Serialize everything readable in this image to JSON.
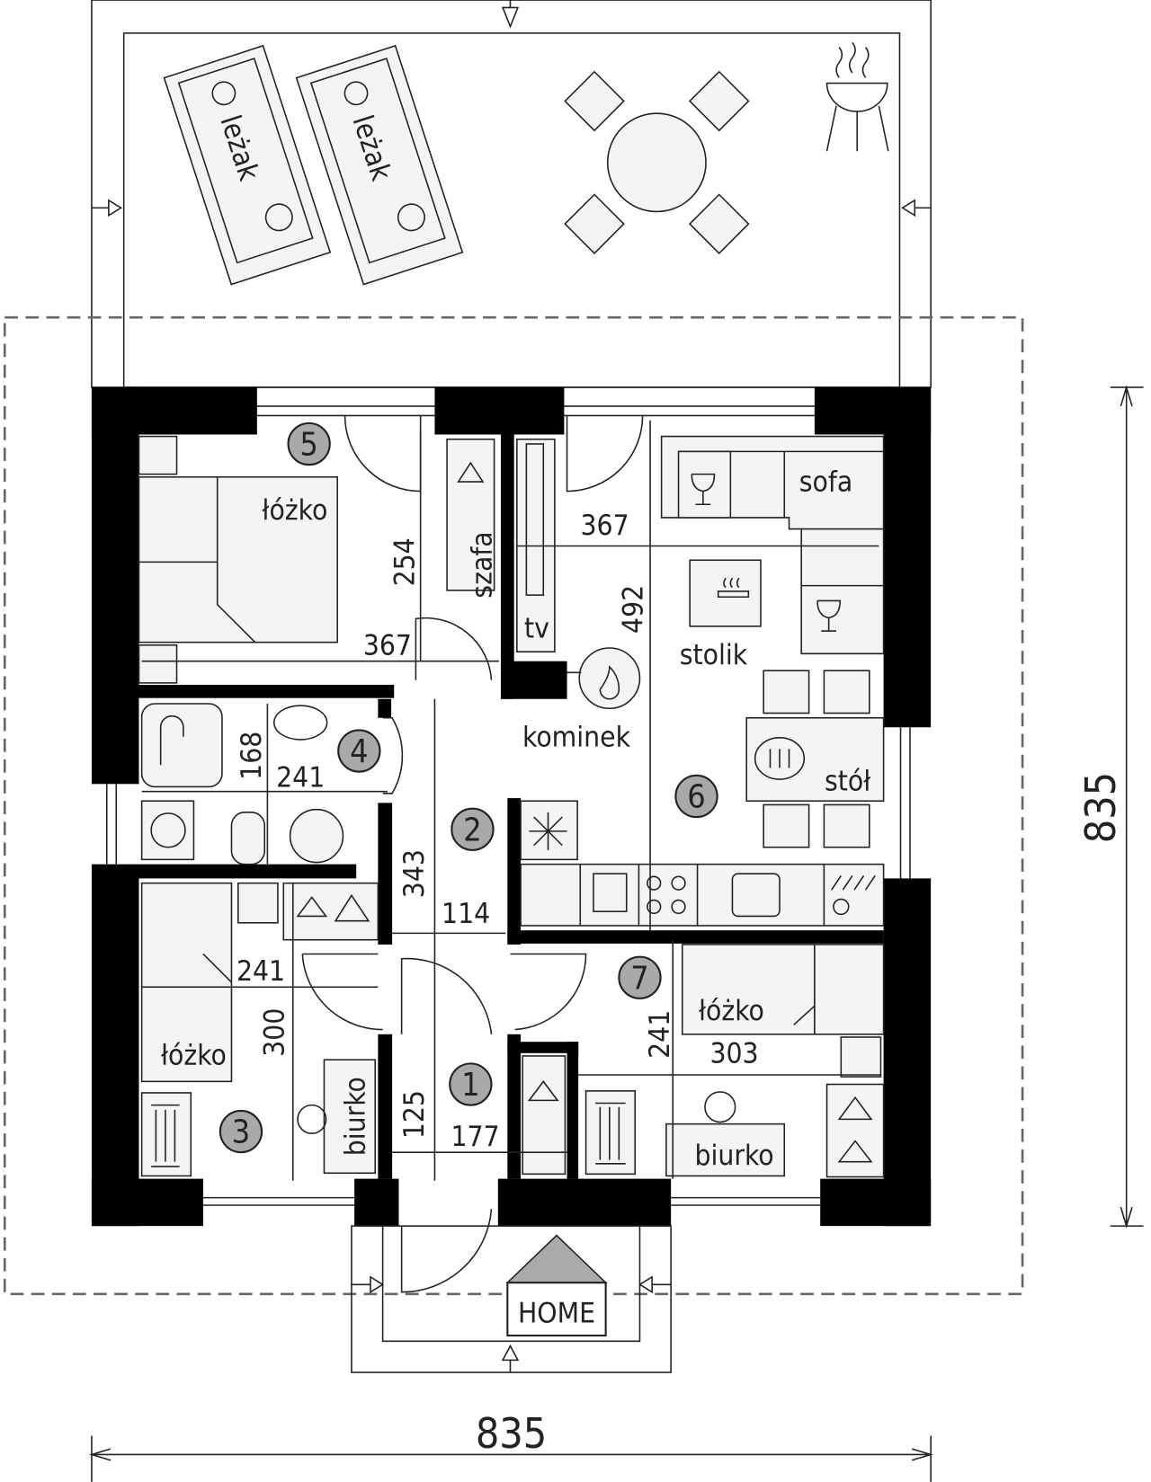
{
  "title": "Floor plan",
  "rooms": [
    "1",
    "2",
    "3",
    "4",
    "5",
    "6",
    "7"
  ],
  "labels": {
    "lezak": "leżak",
    "bed": "łóżko",
    "wardrobe": "szafa",
    "tv": "tv",
    "sofa": "sofa",
    "coffee_table": "stolik",
    "fireplace": "kominek",
    "table": "stół",
    "desk": "biurko",
    "home": "HOME"
  },
  "dimensions": {
    "room5_depth": "254",
    "room5_width": "367",
    "living_width": "367",
    "living_depth": "492",
    "bath_depth": "168",
    "bath_width": "241",
    "hall_depth": "343",
    "hall_width": "114",
    "room3_width": "241",
    "room3_depth": "300",
    "entry_depth": "125",
    "entry_width": "177",
    "room7_depth": "241",
    "room7_width": "303",
    "overall_width": "835",
    "overall_depth": "835"
  }
}
